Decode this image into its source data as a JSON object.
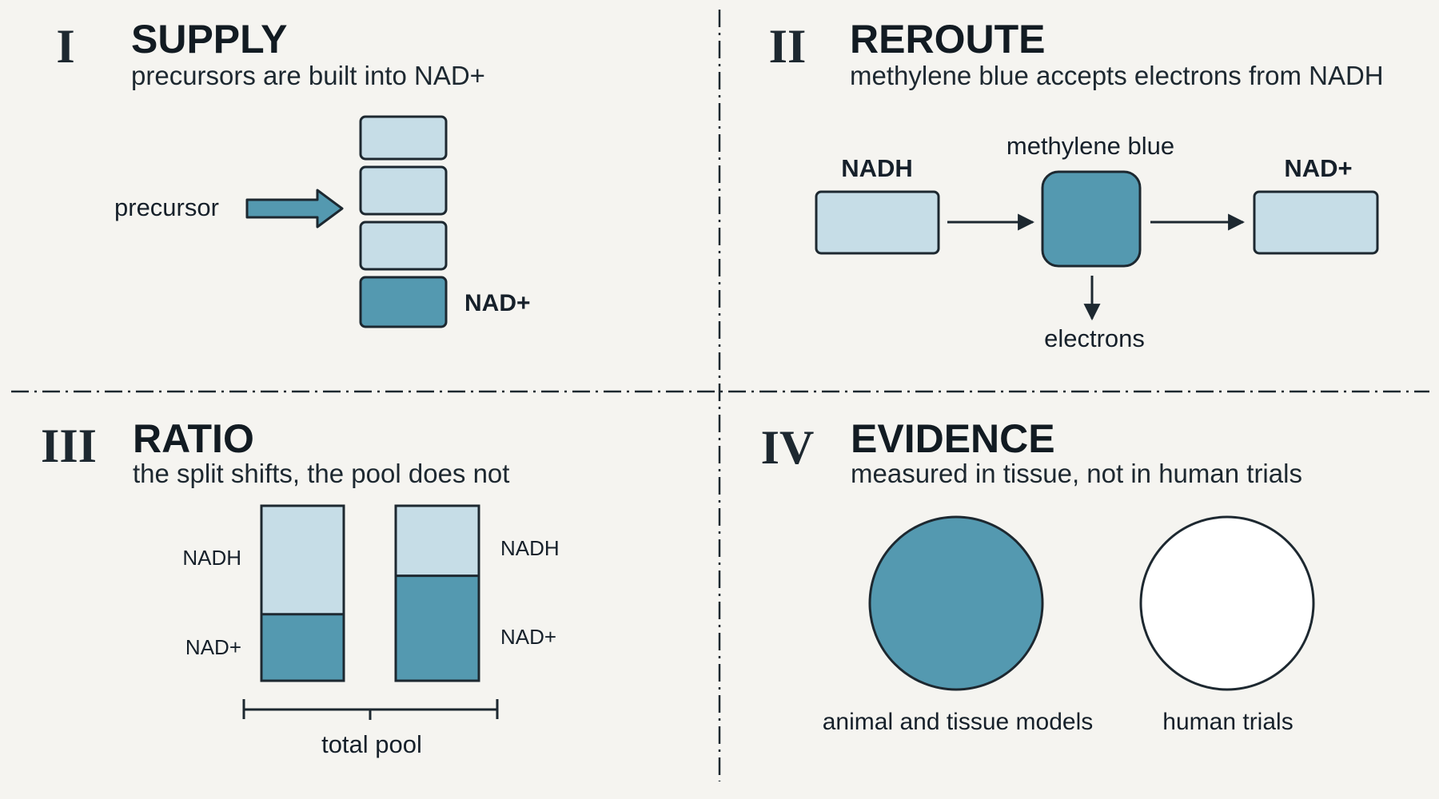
{
  "colors": {
    "background": "#f5f4f0",
    "light_fill": "#c6dde7",
    "dark_fill": "#5499b0",
    "outline": "#1d2830",
    "empty_fill": "#ffffff"
  },
  "panels": {
    "supply": {
      "numeral": "I",
      "title": "SUPPLY",
      "subtitle": "precursors are built into NAD+",
      "precursor_label": "precursor",
      "product_label": "NAD+",
      "arrow_icon": "block-arrow-right"
    },
    "reroute": {
      "numeral": "II",
      "title": "REROUTE",
      "subtitle": "methylene blue accepts electrons from NADH",
      "input_label": "NADH",
      "carrier_label": "methylene blue",
      "output_label": "NAD+",
      "electrons_label": "electrons"
    },
    "ratio": {
      "numeral": "III",
      "title": "RATIO",
      "subtitle": "the split shifts, the pool does not",
      "left_bar": {
        "top_label": "NADH",
        "bottom_label": "NAD+",
        "nad_plus_fraction": 0.38
      },
      "right_bar": {
        "top_label": "NADH",
        "bottom_label": "NAD+",
        "nad_plus_fraction": 0.6
      },
      "pool_label": "total pool"
    },
    "evidence": {
      "numeral": "IV",
      "title": "EVIDENCE",
      "subtitle": "measured in tissue, not in human trials",
      "filled_circle_label": "animal and tissue models",
      "empty_circle_label": "human trials"
    }
  }
}
